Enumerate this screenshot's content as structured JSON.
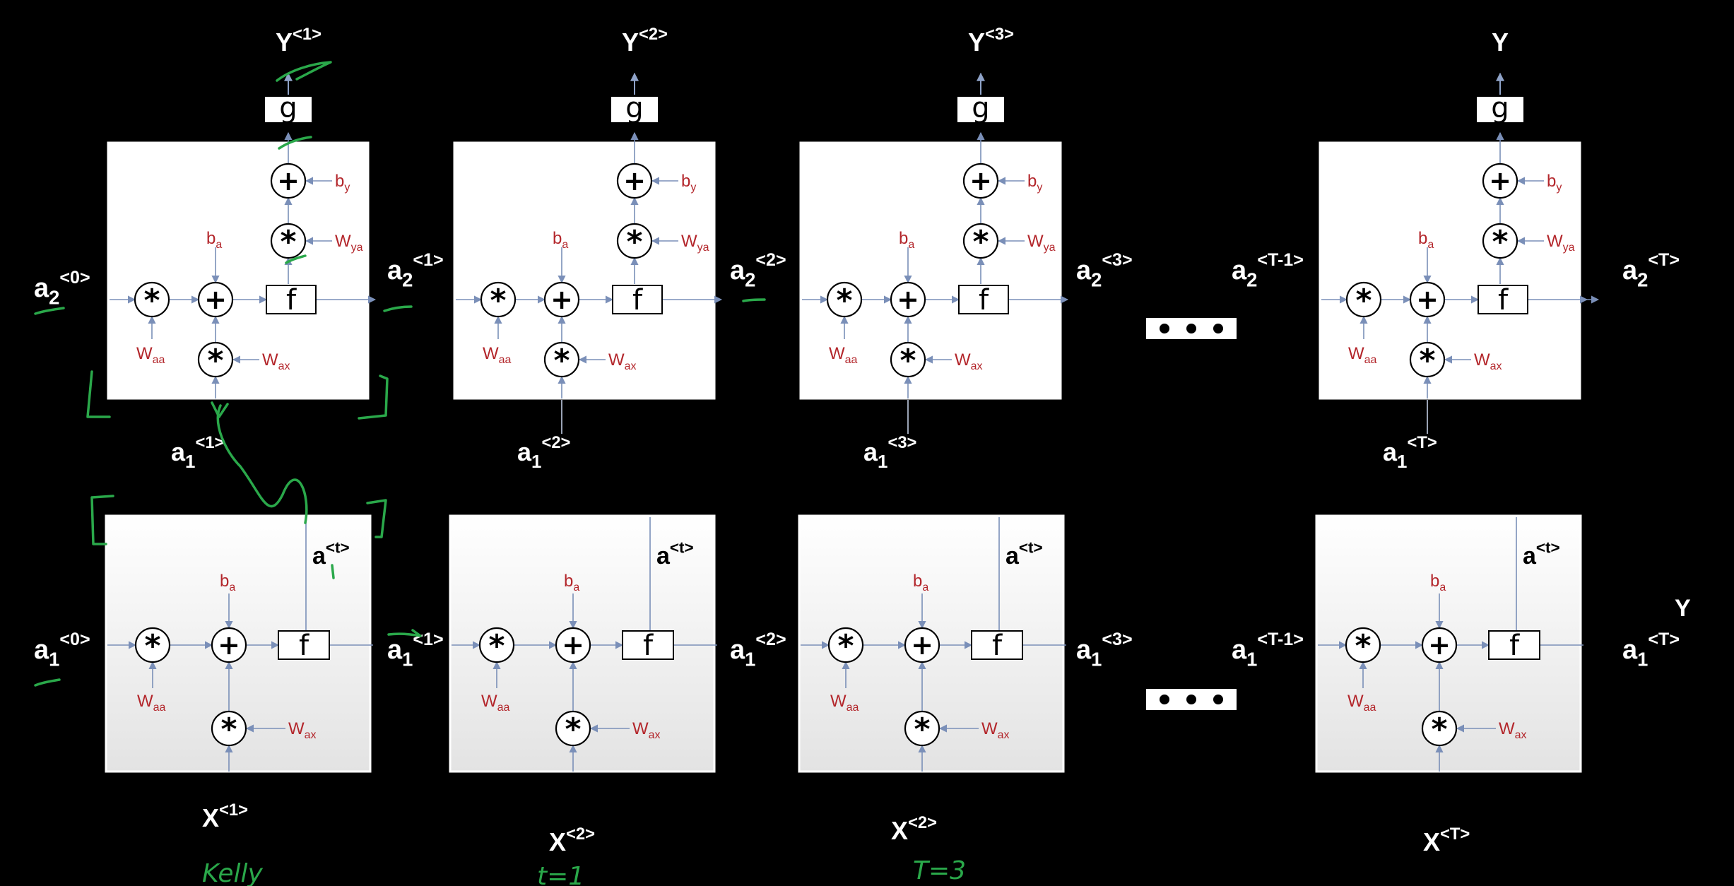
{
  "top_row": {
    "cells": [
      {
        "output": {
          "base": "Y",
          "sup": "<1>"
        },
        "input": {
          "base": "a",
          "sub": "1",
          "sup": "<1>"
        }
      },
      {
        "output": {
          "base": "Y",
          "sup": "<2>"
        },
        "input": {
          "base": "a",
          "sub": "1",
          "sup": "<2>"
        }
      },
      {
        "output": {
          "base": "Y",
          "sup": "<3>"
        },
        "input": {
          "base": "a",
          "sub": "1",
          "sup": "<3>"
        }
      },
      {
        "output": {
          "base": "Y",
          "sup": ""
        },
        "input": {
          "base": "a",
          "sub": "1",
          "sup": "<T>"
        }
      }
    ],
    "states": [
      {
        "base": "a",
        "sub": "2",
        "sup": "<0>"
      },
      {
        "base": "a",
        "sub": "2",
        "sup": "<1>"
      },
      {
        "base": "a",
        "sub": "2",
        "sup": "<2>"
      },
      {
        "base": "a",
        "sub": "2",
        "sup": "<3>"
      },
      {
        "base": "a",
        "sub": "2",
        "sup": "<T-1>"
      },
      {
        "base": "a",
        "sub": "2",
        "sup": "<T>"
      }
    ]
  },
  "bottom_row": {
    "cells": [
      {
        "input": {
          "base": "X",
          "sup": "<1>"
        }
      },
      {
        "input": {
          "base": "X",
          "sup": "<2>"
        }
      },
      {
        "input": {
          "base": "X",
          "sup": "<2>"
        }
      },
      {
        "input": {
          "base": "X",
          "sup": "<T>"
        }
      }
    ],
    "states": [
      {
        "base": "a",
        "sub": "1",
        "sup": "<0>"
      },
      {
        "base": "a",
        "sub": "1",
        "sup": "<1>"
      },
      {
        "base": "a",
        "sub": "1",
        "sup": "<2>"
      },
      {
        "base": "a",
        "sub": "1",
        "sup": "<3>"
      },
      {
        "base": "a",
        "sub": "1",
        "sup": "<T-1>"
      },
      {
        "base": "a",
        "sub": "1",
        "sup": "<T>"
      }
    ],
    "stray_label": "Y"
  },
  "cell_labels": {
    "output_fn": "g",
    "activation_fn": "f",
    "multiply_symbol": "*",
    "add_symbol": "+",
    "hidden_output": {
      "base": "a",
      "sup": "<t>"
    },
    "params": {
      "w_aa": {
        "base": "W",
        "sub": "aa"
      },
      "w_ax": {
        "base": "W",
        "sub": "ax"
      },
      "w_ya": {
        "base": "W",
        "sub": "ya"
      },
      "b_a": {
        "base": "b",
        "sub": "a"
      },
      "b_y": {
        "base": "b",
        "sub": "y"
      }
    }
  },
  "annotations": {
    "handwritten": [
      "Kelly",
      "t=1",
      "T=3"
    ],
    "ink_color": "#2aa84a",
    "param_color": "#b3262b"
  },
  "ellipsis_icon": "ellipsis-icon"
}
